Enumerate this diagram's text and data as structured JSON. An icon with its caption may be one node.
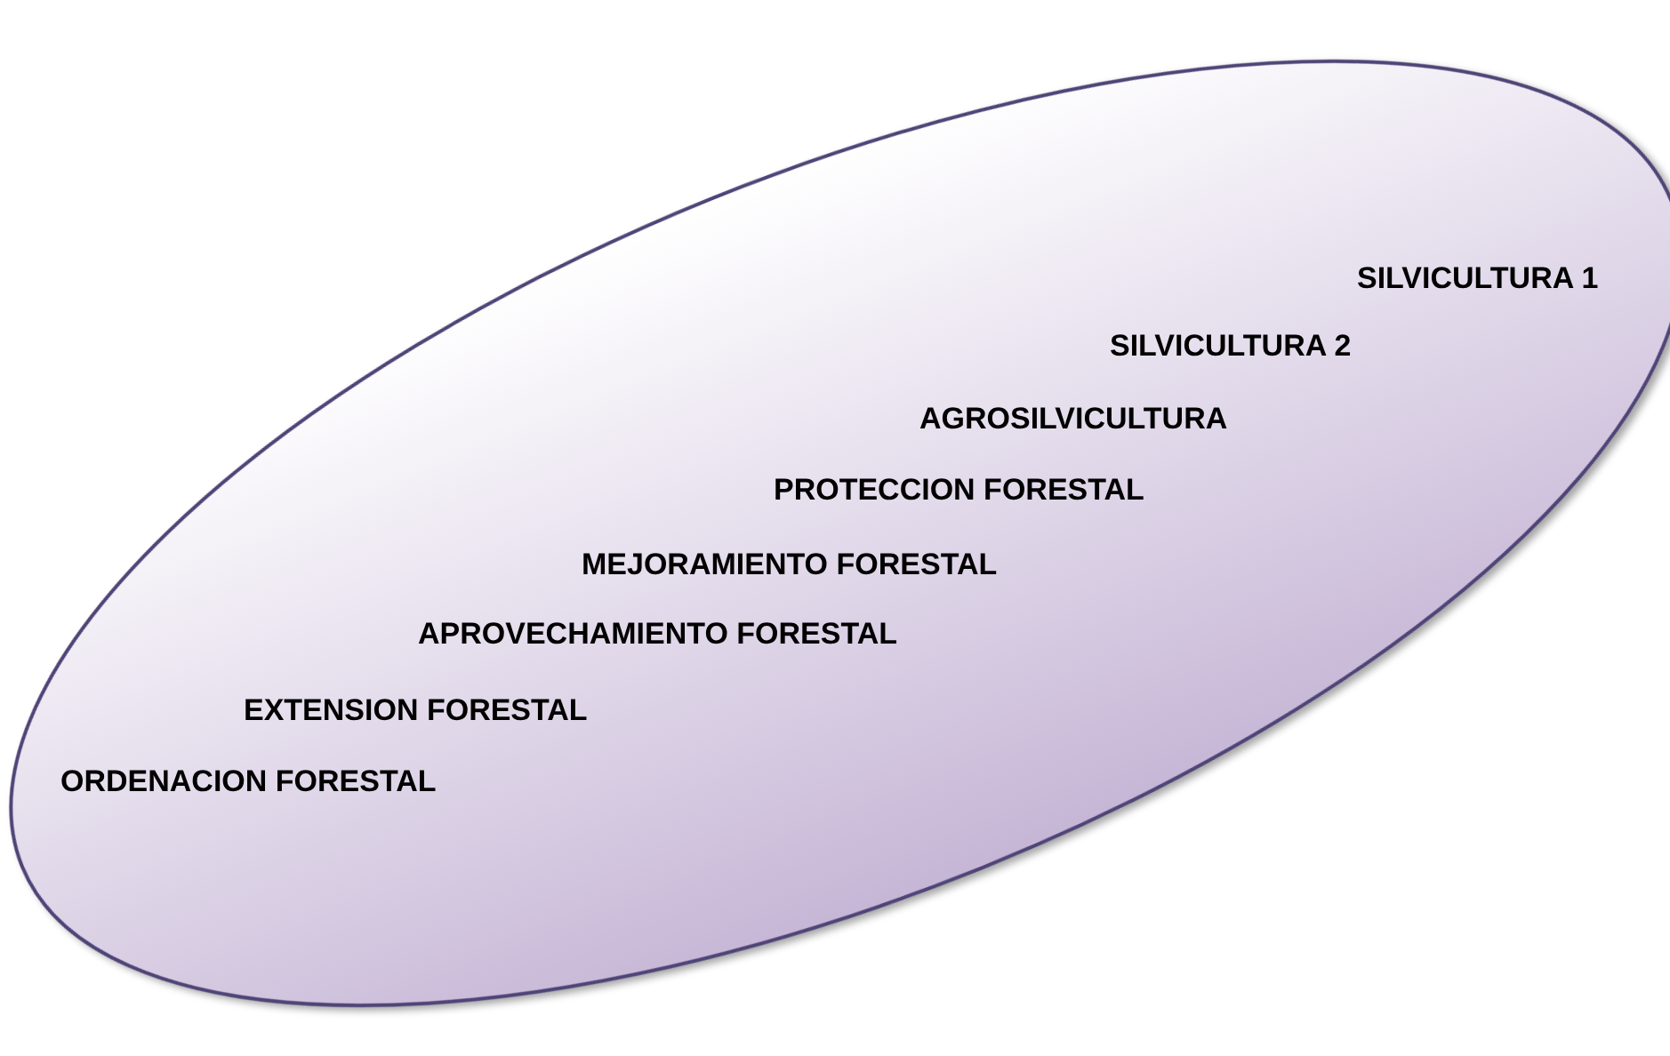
{
  "diagram": {
    "nodes": [
      {
        "text": [
          "SILVICULTURA 1",
          "SILVICULTURA 2",
          "AGROSILVICULTURA",
          "PROTECCION FORESTAL",
          "MEJORAMIENTO FORESTAL",
          "APROVECHAMIENTO FORESTAL",
          "EXTENSION FORESTAL",
          "ORDENACION FORESTAL"
        ]
      }
    ]
  }
}
